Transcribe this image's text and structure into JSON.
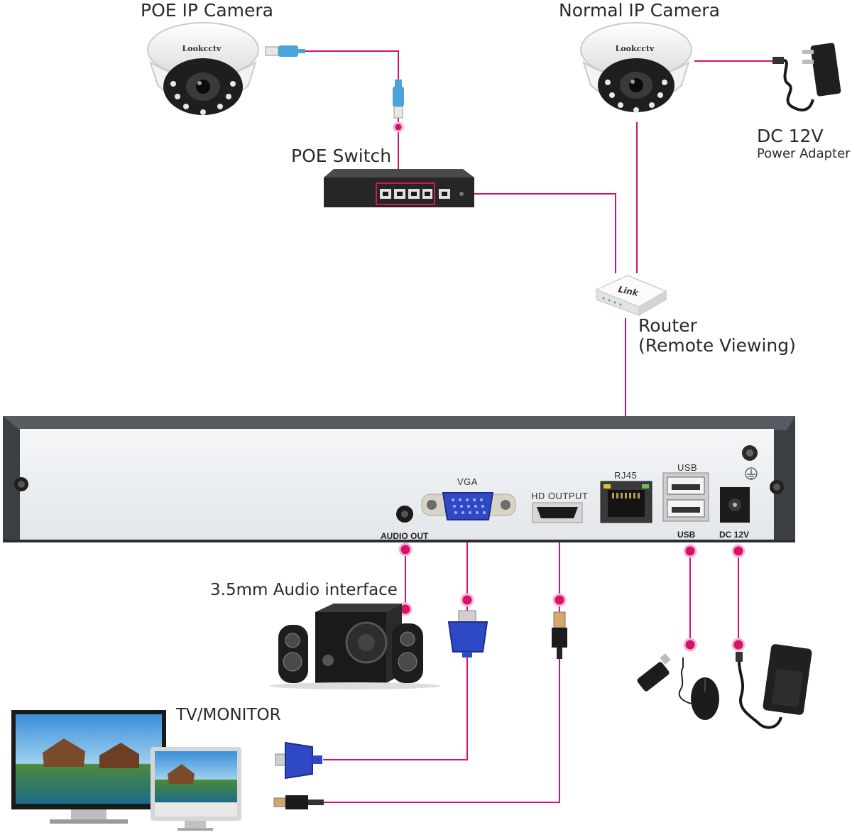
{
  "labels": {
    "poe_camera": "POE IP Camera",
    "normal_camera": "Normal IP Camera",
    "poe_switch": "POE Switch",
    "dc_power": "DC 12V",
    "dc_power_sub": "Power Adapter",
    "router": "Router",
    "router_sub": "(Remote Viewing)",
    "audio": "3.5mm Audio interface",
    "tv": "TV/MONITOR",
    "router_brand": "Link",
    "camera_brand": "Lookcctv"
  },
  "nvr_ports": {
    "vga": "VGA",
    "hd_output": "HD OUTPUT",
    "rj45": "RJ45",
    "usb_top": "USB",
    "audio_out": "AUDIO OUT",
    "usb_bottom": "USB",
    "dc12v": "DC 12V"
  },
  "colors": {
    "connector_line": "#d6116b",
    "nvr_body": "#eef0f3",
    "nvr_frame": "#3b3f44",
    "device_dark": "#2b2b2b"
  }
}
